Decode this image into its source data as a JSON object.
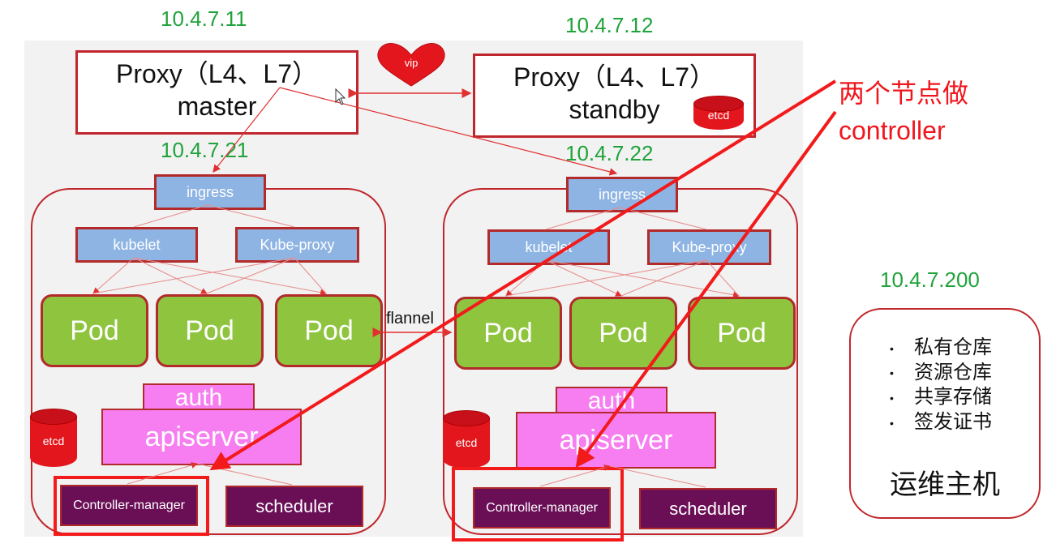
{
  "ips": {
    "proxy_master": "10.4.7.11",
    "proxy_standby": "10.4.7.12",
    "node1": "10.4.7.21",
    "node2": "10.4.7.22",
    "ops": "10.4.7.200"
  },
  "proxy_master": {
    "line1": "Proxy（L4、L7）",
    "line2": "master"
  },
  "proxy_standby": {
    "line1": "Proxy（L4、L7）",
    "line2": "standby"
  },
  "vip_label": "vip",
  "etcd_label": "etcd",
  "flannel_label": "flannel",
  "node": {
    "ingress": "ingress",
    "kubelet": "kubelet",
    "kube_proxy": "Kube-proxy",
    "pod": "Pod",
    "auth": "auth",
    "apiserver": "apiserver",
    "controller_manager": "Controller-manager",
    "scheduler": "scheduler"
  },
  "annotation": {
    "line1": "两个节点做",
    "line2": "controller"
  },
  "ops_host": {
    "items": [
      "私有仓库",
      "资源仓库",
      "共享存储",
      "签发证书"
    ],
    "title": "运维主机"
  },
  "colors": {
    "ip_green": "#1fa33a",
    "border_red": "#c0272d",
    "arrow_red": "#f21a1a",
    "blue": "#8eb4e3",
    "pod_green": "#8fc43f",
    "pink": "#f77ef0",
    "purple": "#6a0f56"
  }
}
